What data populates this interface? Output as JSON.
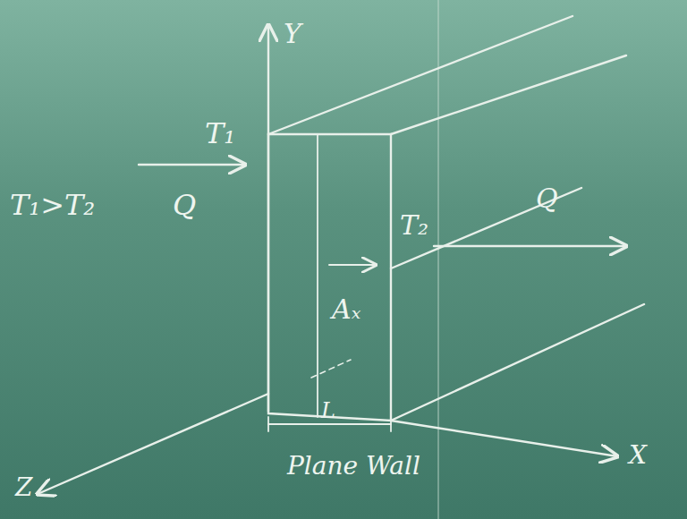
{
  "diagram": {
    "labels": [
      "Y",
      "T₁",
      "T₁>T₂",
      "Q",
      "Aₓ",
      "T₂",
      "Q",
      "L",
      "Z",
      "X",
      "Plane Wall"
    ]
  }
}
